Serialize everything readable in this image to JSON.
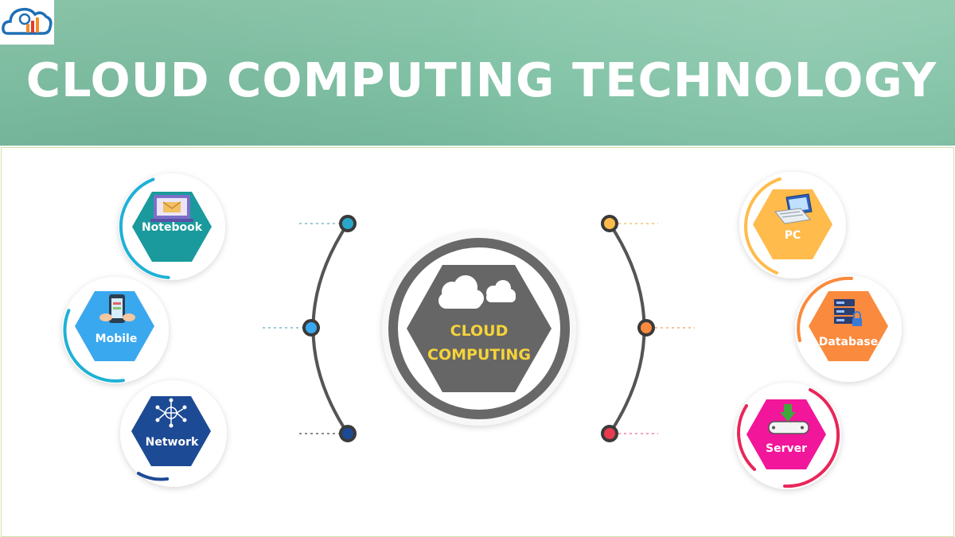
{
  "title": "CLOUD COMPUTING TECHNOLOGY",
  "center": {
    "line1": "CLOUD",
    "line2": "COMPUTING",
    "icon": "cloud-icon"
  },
  "nodes": {
    "notebook": {
      "label": "Notebook",
      "icon": "notebook-icon",
      "color": "#1a9a9c"
    },
    "mobile": {
      "label": "Mobile",
      "icon": "mobile-icon",
      "color": "#3aa8ee"
    },
    "network": {
      "label": "Network",
      "icon": "network-icon",
      "color": "#1d4a94"
    },
    "pc": {
      "label": "PC",
      "icon": "pc-icon",
      "color": "#ffbb4b"
    },
    "database": {
      "label": "Database",
      "icon": "database-icon",
      "color": "#fa8a3d"
    },
    "server": {
      "label": "Server",
      "icon": "server-icon",
      "color": "#f1169a"
    }
  },
  "colors": {
    "header": "#84c5a8",
    "title": "#ffffff",
    "center_text": "#f6d33a",
    "center_hex": "#666666"
  }
}
